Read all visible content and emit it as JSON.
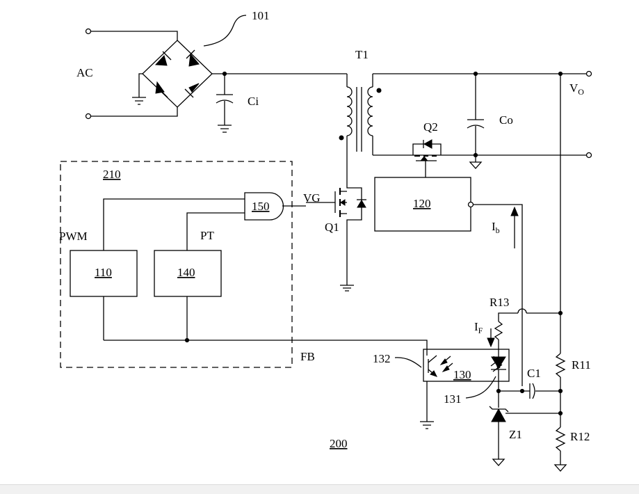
{
  "labels": {
    "ref_101": "101",
    "ac": "AC",
    "t1": "T1",
    "ci": "Ci",
    "vo": "V",
    "vo_sub": "O",
    "co": "Co",
    "q2": "Q2",
    "ref_210": "210",
    "ref_150": "150",
    "vg": "VG",
    "ref_120": "120",
    "q1": "Q1",
    "pwm": "PWM",
    "pt": "PT",
    "ref_110": "110",
    "ref_140": "140",
    "ib": "I",
    "ib_sub": "b",
    "r13": "R13",
    "if": "I",
    "if_sub": "F",
    "fb": "FB",
    "ref_132": "132",
    "ref_130": "130",
    "c1": "C1",
    "r11": "R11",
    "ref_131": "131",
    "z1": "Z1",
    "r12": "R12",
    "ref_200": "200"
  }
}
